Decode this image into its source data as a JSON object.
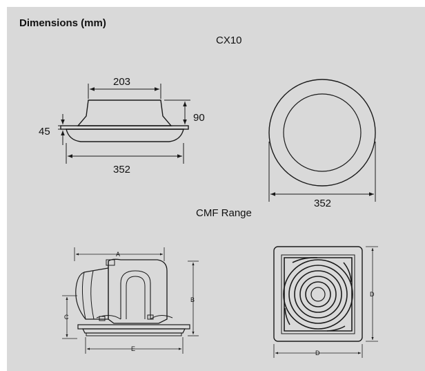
{
  "heading": "Dimensions (mm)",
  "models": {
    "cx10": {
      "label": "CX10",
      "side_view": {
        "top_width": "203",
        "height": "90",
        "flange": "45",
        "base_width": "352"
      },
      "top_view": {
        "diameter": "352"
      }
    },
    "cmf": {
      "label": "CMF Range",
      "side_view": {
        "dim_a": "A",
        "dim_b": "B",
        "dim_c": "C",
        "dim_e": "E"
      },
      "top_view": {
        "dim_d_right": "D",
        "dim_d_bottom": "D"
      }
    }
  }
}
